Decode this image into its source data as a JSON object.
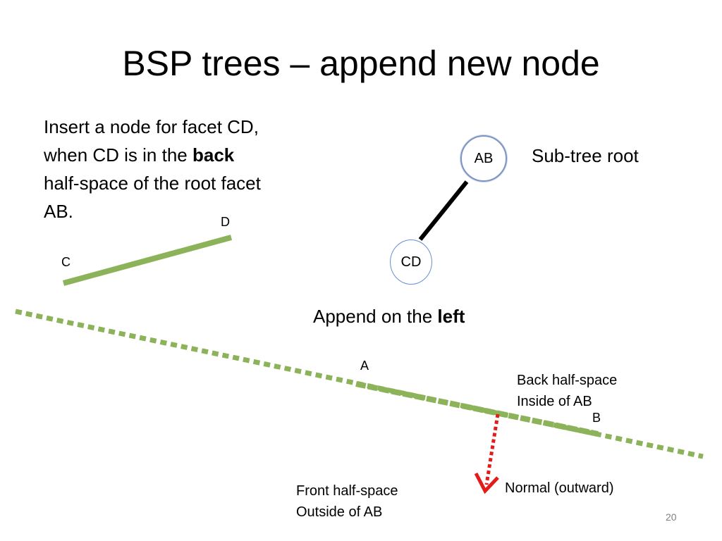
{
  "slide": {
    "title": "BSP trees – append new node",
    "intro": {
      "line1": "Insert a node for facet CD,",
      "line2_pre": "when CD is in the ",
      "line2_bold": "back",
      "line3": "half-space of the root facet",
      "line4": "AB."
    },
    "subtree_root_label": "Sub-tree root",
    "append": {
      "pre": "Append on the ",
      "bold": "left"
    },
    "nodes": {
      "root": "AB",
      "child": "CD"
    },
    "points": {
      "a": "A",
      "b": "B",
      "c": "C",
      "d": "D"
    },
    "back_space": {
      "line1": "Back half-space",
      "line2": "Inside of AB"
    },
    "front_space": {
      "line1": "Front half-space",
      "line2": "Outside of AB"
    },
    "normal_label": "Normal (outward)",
    "slide_number": "20"
  },
  "colors": {
    "facet_green": "#8db35a",
    "normal_red": "#e31b1b",
    "tree_edge": "#000000",
    "node_border": "#7f95c2"
  }
}
